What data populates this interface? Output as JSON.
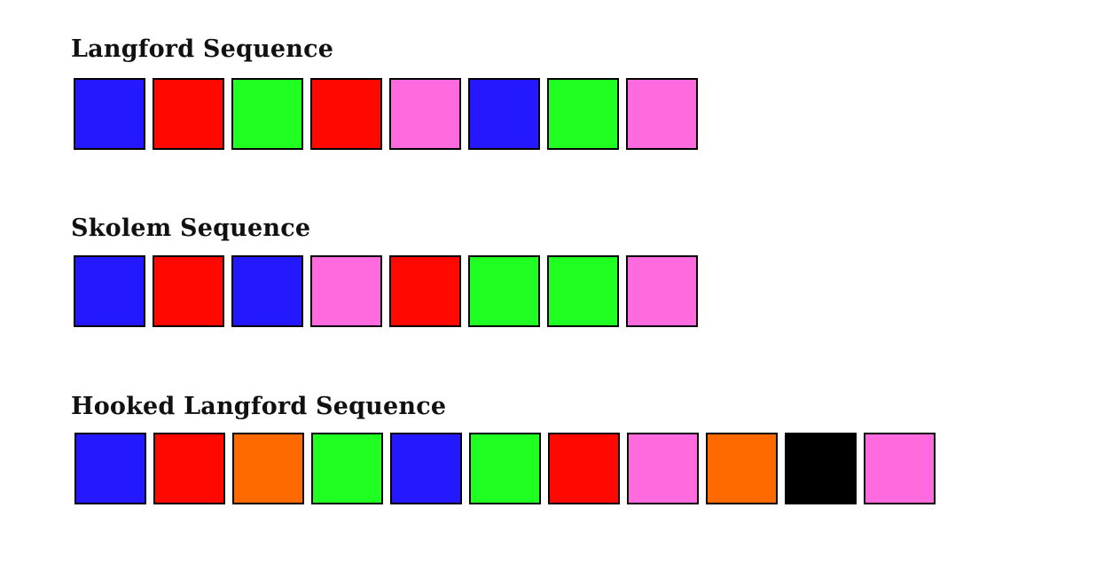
{
  "palette": {
    "blue": "#2318ff",
    "red": "#ff0800",
    "green": "#1fff22",
    "pink": "#ff6adf",
    "orange": "#ff6a00",
    "black": "#000000"
  },
  "sequences": [
    {
      "title": "Langford Sequence",
      "cells": [
        "blue",
        "red",
        "green",
        "red",
        "pink",
        "blue",
        "green",
        "pink"
      ]
    },
    {
      "title": "Skolem Sequence",
      "cells": [
        "blue",
        "red",
        "blue",
        "pink",
        "red",
        "green",
        "green",
        "pink"
      ]
    },
    {
      "title": "Hooked Langford Sequence",
      "cells": [
        "blue",
        "red",
        "orange",
        "green",
        "blue",
        "green",
        "red",
        "pink",
        "orange",
        "black",
        "pink"
      ]
    }
  ]
}
